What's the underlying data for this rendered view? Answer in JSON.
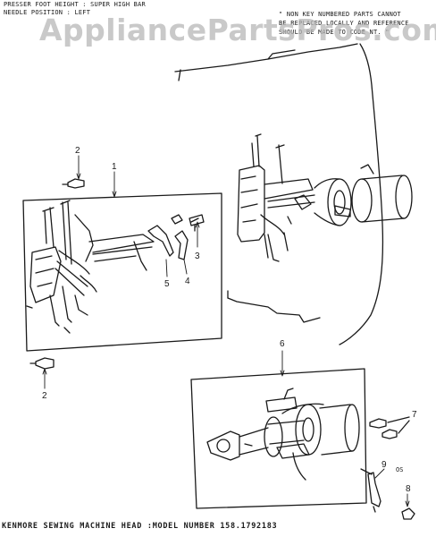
{
  "header": {
    "line1": "PRESSER FOOT HEIGHT : SUPER HIGH BAR",
    "line2": "NEEDLE POSITION : LEFT"
  },
  "note": {
    "line1": "\" NON KEY NUMBERED PARTS CANNOT",
    "line2": "BE REPLACED LOCALLY AND REFERENCE",
    "line3": "SHOULD BE MADE TO CODE NT. \""
  },
  "watermark": "AppliancePartsPros.com",
  "callouts": {
    "c1": "1",
    "c2a": "2",
    "c2b": "2",
    "c3": "3",
    "c4": "4",
    "c5": "5",
    "c6": "6",
    "c7": "7",
    "c8": "8",
    "c9": "9",
    "cs": "OS"
  },
  "caption": "KENMORE SEWING MACHINE HEAD :MODEL NUMBER 158.1792183",
  "colors": {
    "ink": "#1a1a1a",
    "watermark": "#b7b7b7",
    "background": "#ffffff"
  }
}
